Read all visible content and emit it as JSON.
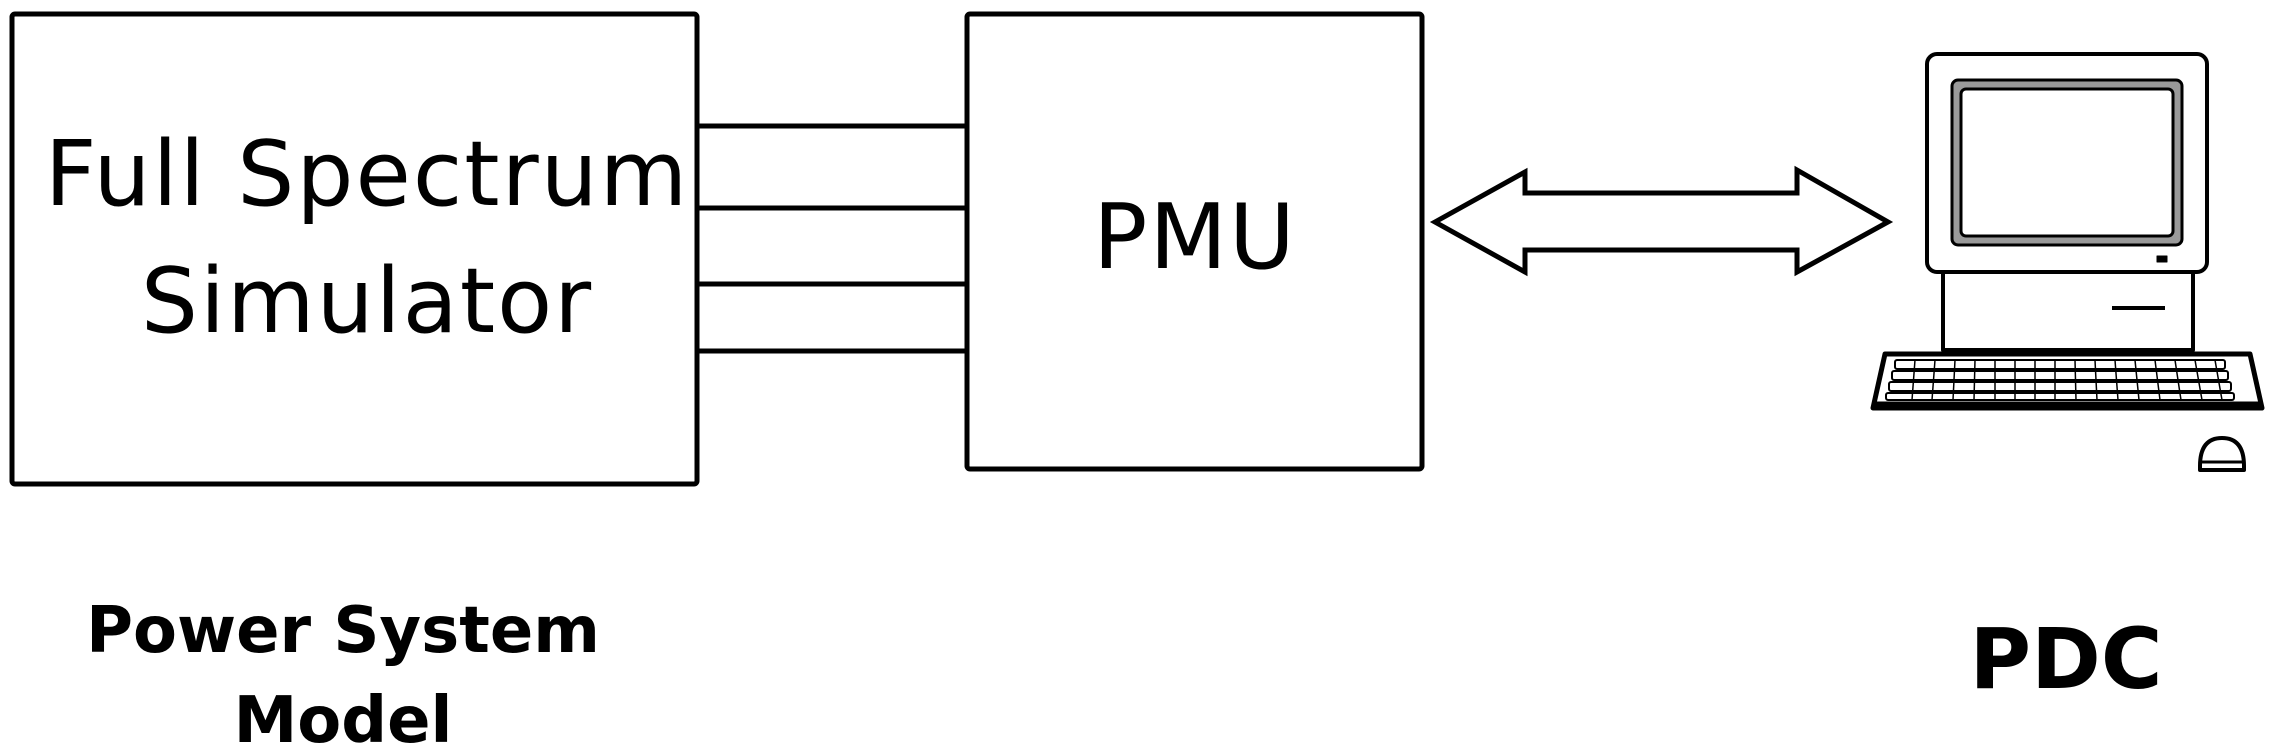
{
  "simulator": {
    "line1": "Full Spectrum",
    "line2": "Simulator"
  },
  "pmu": {
    "label": "PMU"
  },
  "captions": {
    "power_system_line1": "Power System",
    "power_system_line2": "Model",
    "pdc": "PDC"
  },
  "icons": {
    "computer": "desktop-computer-icon"
  },
  "colors": {
    "stroke": "#000000",
    "background": "#ffffff",
    "screen_bezel": "#9a9a9a"
  }
}
